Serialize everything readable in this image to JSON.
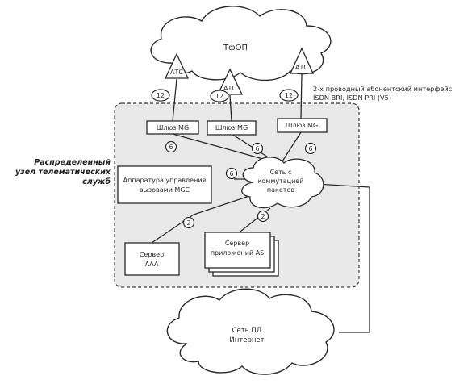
{
  "labels": {
    "tfop": "ТфОП",
    "ats_1": "АТС",
    "ats_2": "АТС",
    "ats_3": "АТС",
    "interface_line1": "2-х проводный абонентский интерфейс",
    "interface_line2": "ISDN BRI, ISDN PRI (V5)",
    "node_line1": "Распределенный",
    "node_line2": "узел телематических",
    "node_line3": "служб",
    "gateway_1": "Шлюз MG",
    "gateway_2": "Шлюз MG",
    "gateway_3": "Шлюз MG",
    "mgc_line1": "Аппаратура управления",
    "mgc_line2": "вызовами MGC",
    "packet_line1": "Сеть с",
    "packet_line2": "коммутацией",
    "packet_line3": "пакетов",
    "aaa_line1": "Сервер",
    "aaa_line2": "AAA",
    "as_line1": "Сервер",
    "as_line2": "приложений AS",
    "pd_line1": "Сеть ПД",
    "pd_line2": "Интернет"
  },
  "markers": {
    "m12_a": "12",
    "m12_b": "12",
    "m12_c": "12",
    "m6_a": "6",
    "m6_b": "6",
    "m6_c": "6",
    "m6_d": "6",
    "m2_a": "2",
    "m2_b": "2"
  }
}
